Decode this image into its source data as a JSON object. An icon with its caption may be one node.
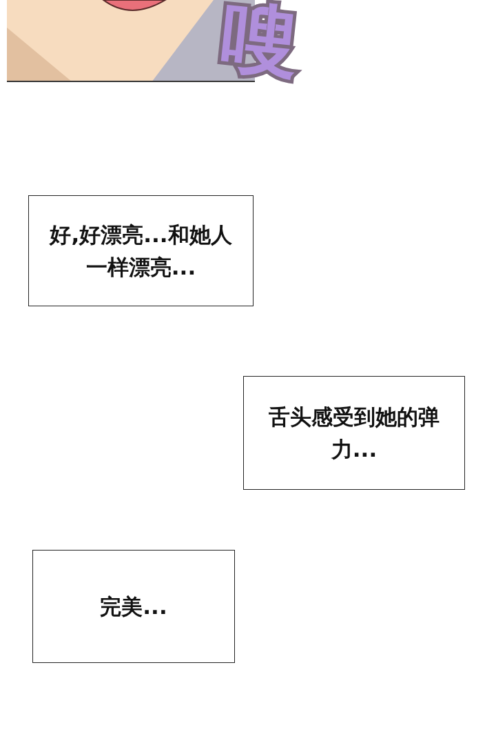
{
  "diagram": {
    "nodes": [
      {
        "text": [
          "好,好漂亮...和她人一样漂亮..."
        ]
      },
      {
        "text": [
          "舌头感受到她的弹力..."
        ]
      },
      {
        "text": [
          "完美..."
        ]
      }
    ],
    "labels": [
      "嗖"
    ]
  }
}
